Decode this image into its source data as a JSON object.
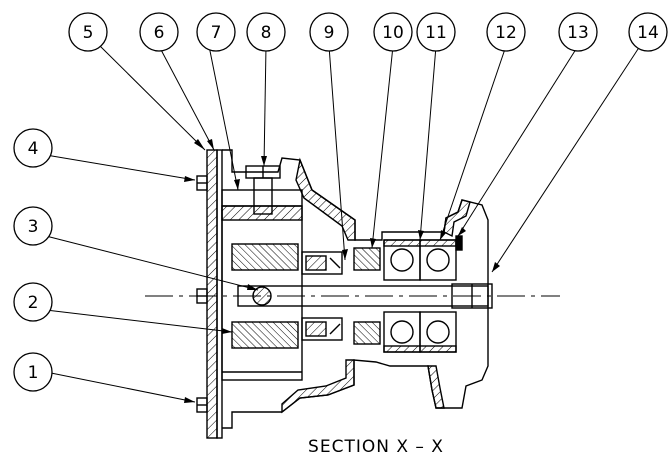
{
  "section_title": "SECTION  X  –  X",
  "callouts_top": [
    "5",
    "6",
    "7",
    "8",
    "9",
    "10",
    "11",
    "12",
    "13",
    "14"
  ],
  "callouts_left": [
    "4",
    "3",
    "2",
    "1"
  ],
  "colors": {
    "line": "#000000",
    "background": "#ffffff"
  }
}
